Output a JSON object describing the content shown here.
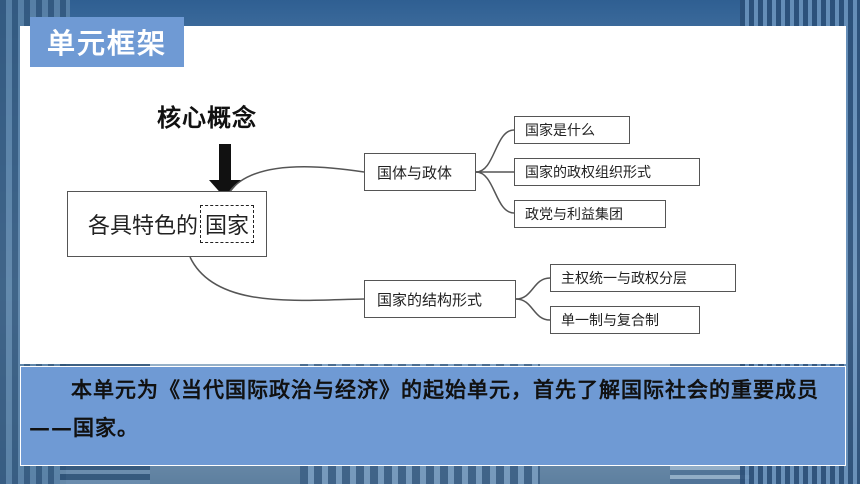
{
  "header": {
    "title": "单元框架"
  },
  "diagram": {
    "core_concept_label": "核心概念",
    "root": {
      "text_before": "各具特色的",
      "highlight": "国家"
    },
    "branches": [
      {
        "label": "国体与政体",
        "children": [
          "国家是什么",
          "国家的政权组织形式",
          "政党与利益集团"
        ]
      },
      {
        "label": "国家的结构形式",
        "children": [
          "主权统一与政权分层",
          "单一制与复合制"
        ]
      }
    ]
  },
  "footer": {
    "text": "本单元为《当代国际政治与经济》的起始单元，首先了解国际社会的重要成员——国家。"
  },
  "colors": {
    "accent": "#6f9ad4",
    "panel": "#ffffff",
    "line": "#555555"
  }
}
